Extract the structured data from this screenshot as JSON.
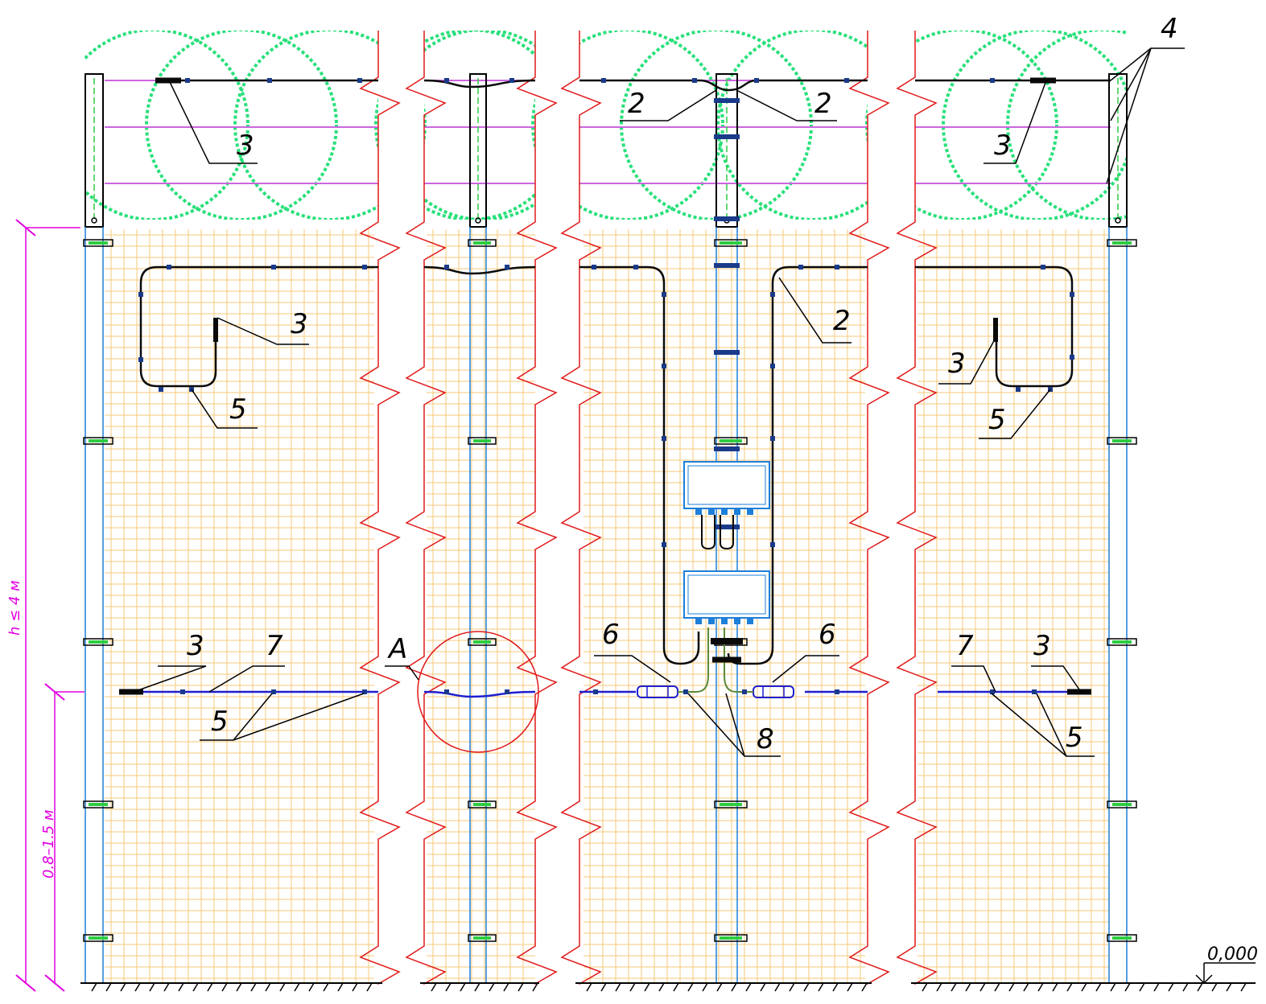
{
  "callouts": {
    "n2": "2",
    "n3": "3",
    "n4": "4",
    "n5": "5",
    "n6": "6",
    "n7": "7",
    "n8": "8",
    "detail_a": "A"
  },
  "dimensions": {
    "height": "h ≤ 4 м",
    "sensor_height": "0.8–1.5 м"
  },
  "level_mark": "0,000",
  "colors": {
    "mesh": "#f5c878",
    "post": "#1e7fd8",
    "break_line": "#e01818",
    "razor_wire": "#28e07a",
    "sensor_cable": "#0a0a0a",
    "low_cable": "#1f1fd0",
    "top_wire": "#cc66dd",
    "dimension": "#e000e0",
    "clamp": "#2ecc40",
    "junction_box": "#1e7fd8",
    "detail_circle": "#e01818"
  }
}
